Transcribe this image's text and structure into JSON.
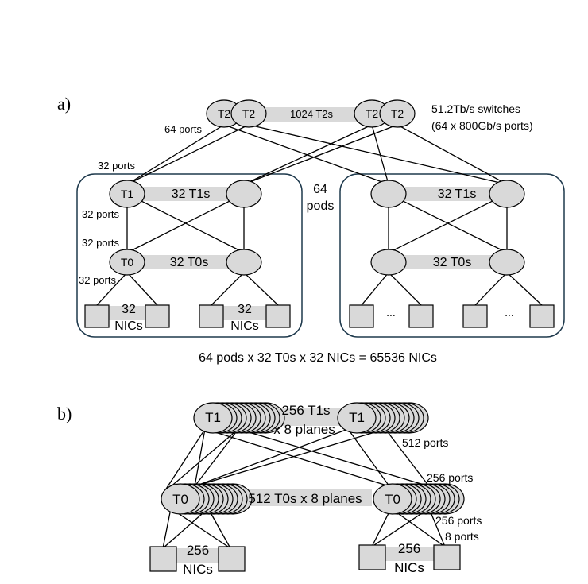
{
  "panel_a": {
    "label": "a)",
    "t2_node": "T2",
    "t2_count": "1024 T2s",
    "switch_spec_line1": "51.2Tb/s switches",
    "switch_spec_line2": "(64 x 800Gb/s ports)",
    "ports_64": "64 ports",
    "ports_32_a": "32 ports",
    "ports_32_b": "32 ports",
    "ports_32_c": "32 ports",
    "ports_32_d": "32 ports",
    "pods_line1": "64",
    "pods_line2": "pods",
    "t1_node": "T1",
    "t1_count_left": "32 T1s",
    "t1_count_right": "32 T1s",
    "t0_node": "T0",
    "t0_count_left": "32 T0s",
    "t0_count_right": "32 T0s",
    "nics_line1": "32",
    "nics_line2": "NICs",
    "ellipsis": "...",
    "total": "64 pods x 32 T0s x 32 NICs = 65536 NICs"
  },
  "panel_b": {
    "label": "b)",
    "t1_node": "T1",
    "t1_count_line1": "256 T1s",
    "t1_count_line2": "x 8 planes",
    "ports_512": "512 ports",
    "ports_256_a": "256 ports",
    "t0_node": "T0",
    "t0_count": "512 T0s x 8 planes",
    "ports_256_b": "256 ports",
    "ports_8": "8 ports",
    "nics_line1": "256",
    "nics_line2": "NICs"
  },
  "colors": {
    "node_fill": "#d9d9d9",
    "pod_border": "#1f3a4d"
  }
}
